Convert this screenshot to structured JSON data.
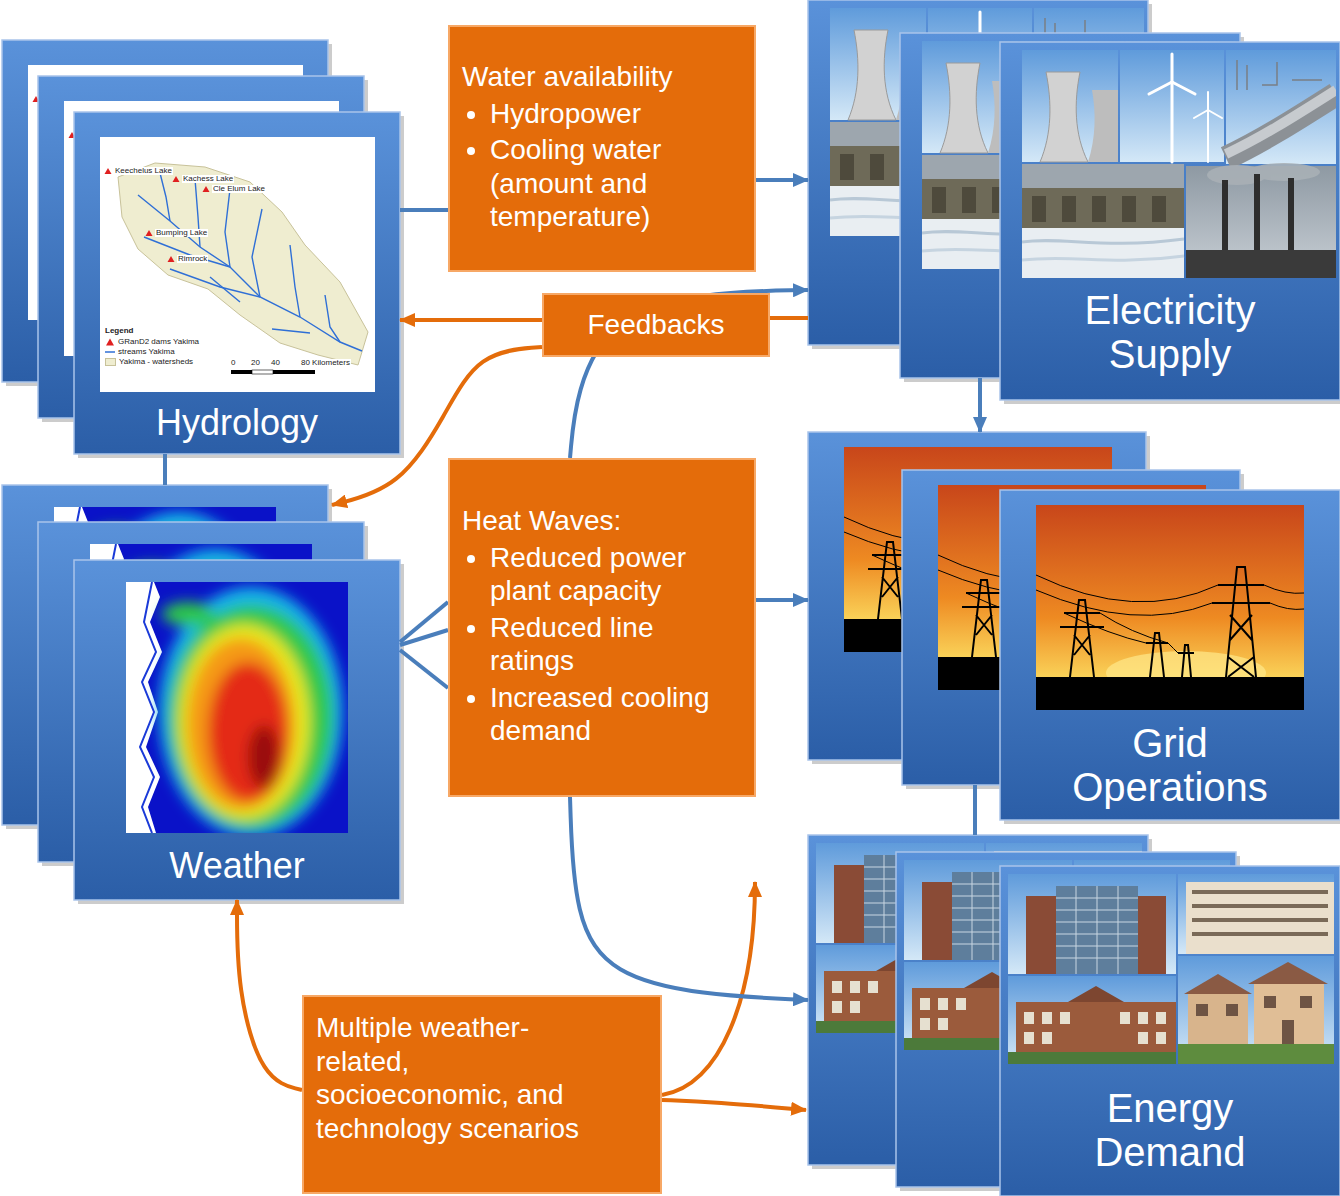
{
  "diagram": {
    "nodes": [
      {
        "text": [
          "Hydrology"
        ]
      },
      {
        "text": [
          "Water availability",
          "Hydropower",
          "Cooling water (amount and temperature)"
        ]
      },
      {
        "text": [
          "Electricity Supply"
        ]
      },
      {
        "text": [
          "Feedbacks"
        ]
      },
      {
        "text": [
          "Heat Waves:",
          "Reduced power plant capacity",
          "Reduced line ratings",
          "Increased cooling demand"
        ]
      },
      {
        "text": [
          "Weather"
        ]
      },
      {
        "text": [
          "Grid Operations"
        ]
      },
      {
        "text": [
          "Energy Demand"
        ]
      },
      {
        "text": [
          "Multiple weather-related, socioeconomic, and technology scenarios"
        ]
      }
    ],
    "edges": [
      {
        "from": 0,
        "to": 1,
        "arrow": "none"
      },
      {
        "from": 1,
        "to": 2,
        "arrow": "to"
      },
      {
        "from": 2,
        "to": 3,
        "arrow": "none"
      },
      {
        "from": 3,
        "to": 0,
        "arrow": "to"
      },
      {
        "from": 3,
        "to": 5,
        "arrow": "to"
      },
      {
        "from": 0,
        "to": 5,
        "arrow": "none"
      },
      {
        "from": 5,
        "to": 4,
        "arrow": "none"
      },
      {
        "from": 4,
        "to": 2,
        "arrow": "to"
      },
      {
        "from": 4,
        "to": 6,
        "arrow": "to"
      },
      {
        "from": 4,
        "to": 7,
        "arrow": "to"
      },
      {
        "from": 2,
        "to": 6,
        "arrow": "to"
      },
      {
        "from": 6,
        "to": 7,
        "arrow": "none"
      },
      {
        "from": 8,
        "to": 5,
        "arrow": "to"
      },
      {
        "from": 8,
        "to": 7,
        "arrow": "to"
      }
    ],
    "labels": [
      "Keechelus Lake",
      "Kachess Lake",
      "Cle Elum Lake",
      "Bumping Lake",
      "Rimrock",
      "Legend",
      "0",
      "20",
      "40",
      "80 Kilometers"
    ],
    "legend": [
      {
        "text": "GRanD2 dams Yakima"
      },
      {
        "text": "streams Yakima"
      },
      {
        "text": "Yakima - watersheds",
        "color": "#EFEDD0"
      }
    ]
  }
}
